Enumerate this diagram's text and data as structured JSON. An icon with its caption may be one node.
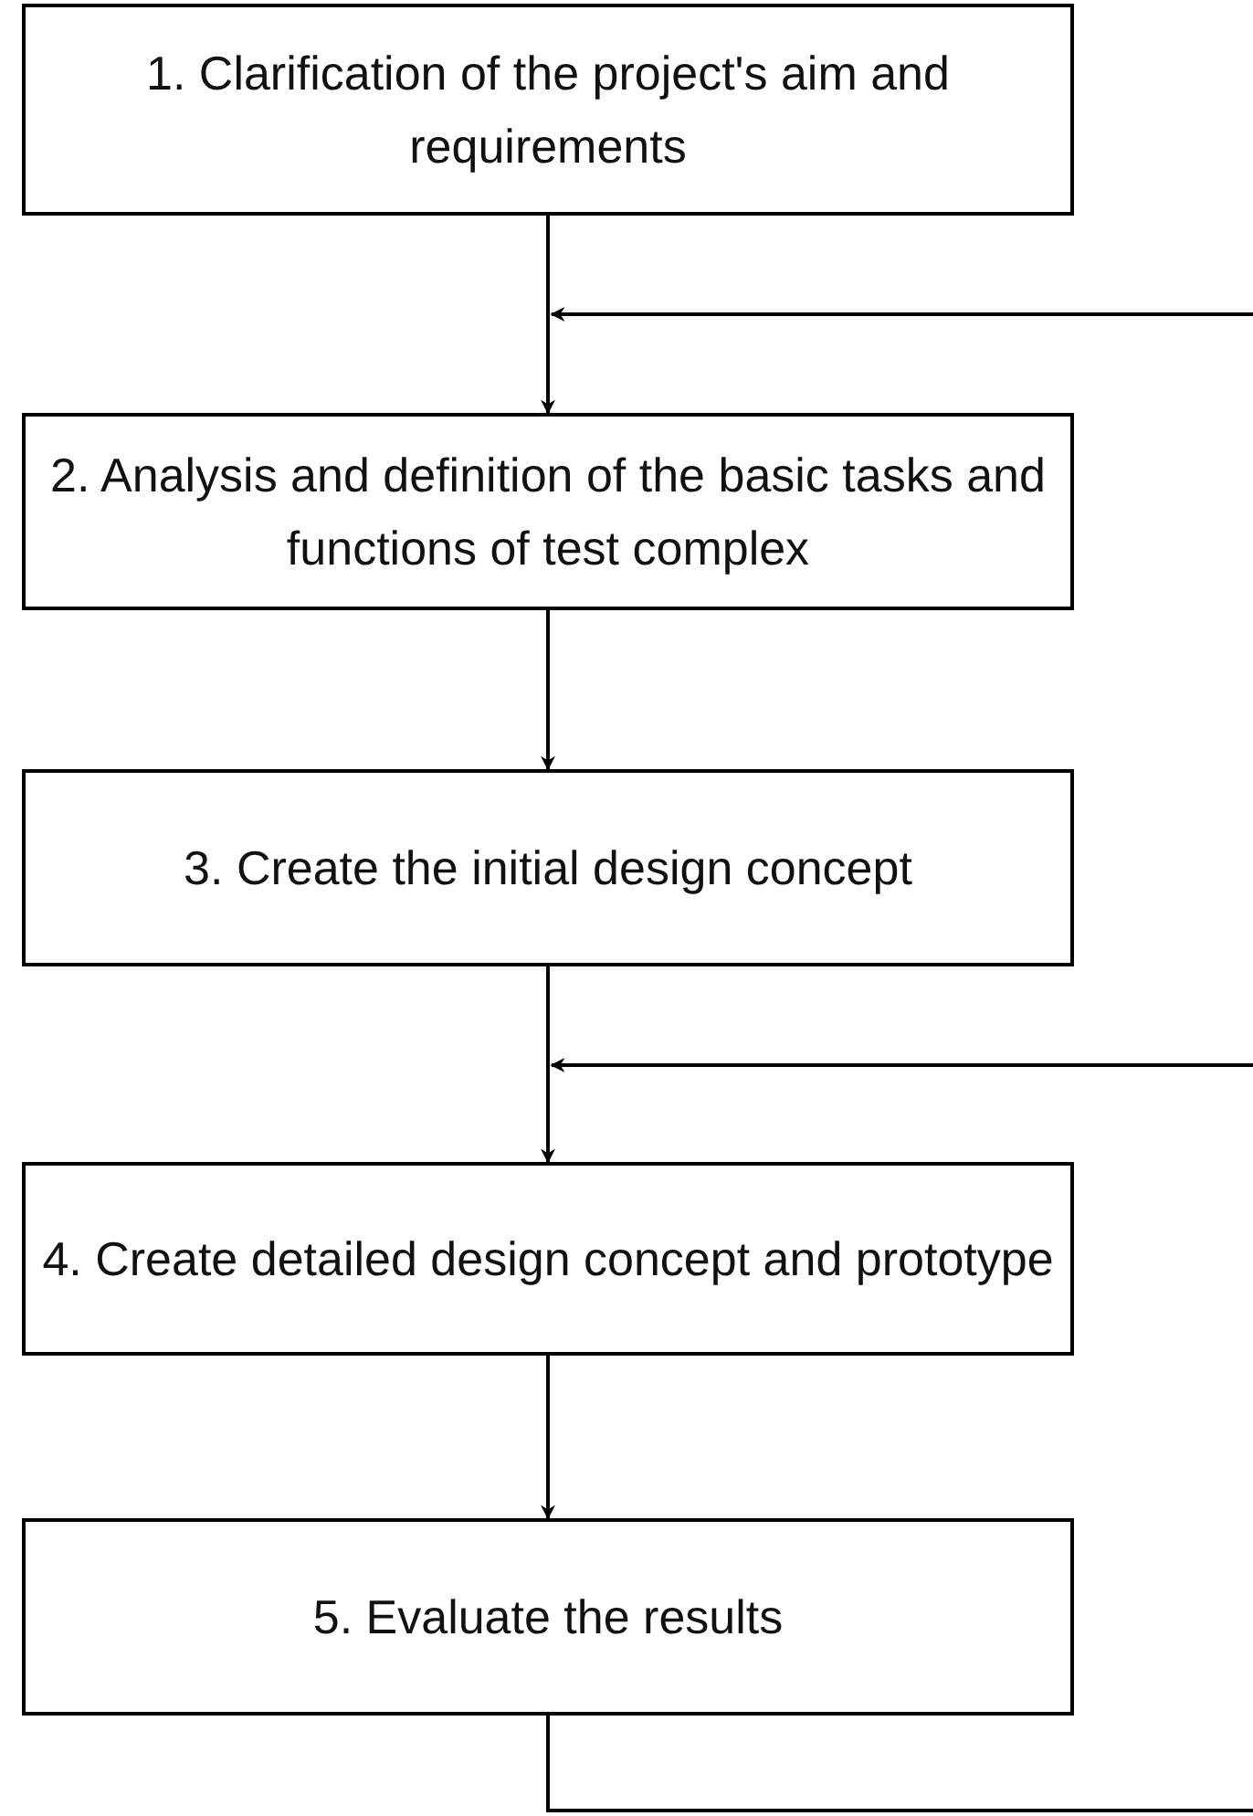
{
  "diagram": {
    "nodes": [
      {
        "text": [
          "1. Clarification of the project's aim and requirements"
        ]
      },
      {
        "text": [
          "2. Analysis and definition of the basic tasks and functions of test complex"
        ]
      },
      {
        "text": [
          "3. Create the initial design concept"
        ]
      },
      {
        "text": [
          "4. Create detailed design concept and prototype"
        ]
      },
      {
        "text": [
          "5. Evaluate the results"
        ]
      }
    ],
    "edges": [
      {
        "from": 0,
        "to": 1,
        "arrow": "to"
      },
      {
        "from": 1,
        "to": 2,
        "arrow": "to"
      },
      {
        "from": 2,
        "to": 3,
        "arrow": "to"
      },
      {
        "from": 3,
        "to": 4,
        "arrow": "to"
      },
      {
        "from": null,
        "to": 1,
        "arrow": "to"
      },
      {
        "from": null,
        "to": 3,
        "arrow": "to"
      },
      {
        "from": 4,
        "to": null,
        "arrow": "none"
      }
    ]
  }
}
